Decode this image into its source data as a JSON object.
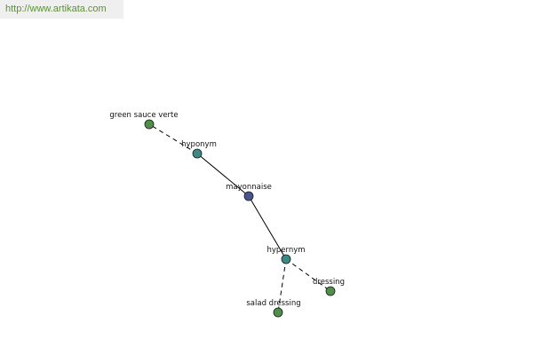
{
  "header": {
    "url": "http://www.artikata.com"
  },
  "diagram": {
    "colors": {
      "center": "#4a5590",
      "relation": "#3b8a84",
      "term": "#4f8f4a",
      "edge": "#000000",
      "node_stroke": "#1a1a1a"
    },
    "nodes": [
      {
        "id": "mayonnaise",
        "label": "mayonnaise",
        "kind": "center"
      },
      {
        "id": "hyponym",
        "label": "hyponym",
        "kind": "relation"
      },
      {
        "id": "hypernym",
        "label": "hypernym",
        "kind": "relation"
      },
      {
        "id": "green-sauce-verte",
        "label": "green sauce verte",
        "kind": "term"
      },
      {
        "id": "dressing",
        "label": "dressing",
        "kind": "term"
      },
      {
        "id": "salad-dressing",
        "label": "salad dressing",
        "kind": "term"
      }
    ],
    "edges": [
      {
        "from": "mayonnaise",
        "to": "hyponym",
        "style": "solid"
      },
      {
        "from": "mayonnaise",
        "to": "hypernym",
        "style": "solid"
      },
      {
        "from": "hyponym",
        "to": "green-sauce-verte",
        "style": "dashed"
      },
      {
        "from": "hypernym",
        "to": "dressing",
        "style": "dashed"
      },
      {
        "from": "hypernym",
        "to": "salad-dressing",
        "style": "dashed"
      }
    ]
  }
}
